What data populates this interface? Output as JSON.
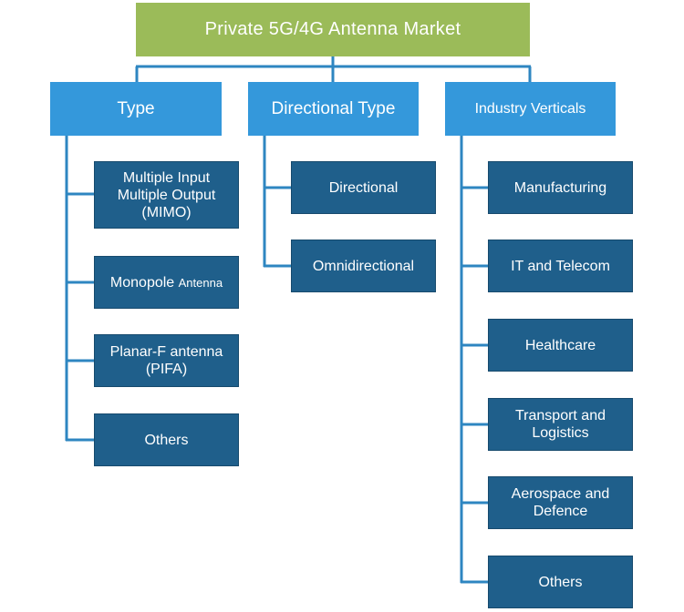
{
  "root": {
    "label": "Private 5G/4G Antenna Market",
    "color": "#9bbb59"
  },
  "categories": [
    {
      "label": "Type",
      "color": "#3498db",
      "items": [
        "Multiple Input Multiple Output (MIMO)",
        {
          "main": "Monopole ",
          "small": "Antenna"
        },
        "Planar-F antenna (PIFA)",
        "Others"
      ]
    },
    {
      "label": "Directional Type",
      "color": "#3498db",
      "items": [
        "Directional",
        "Omnidirectional"
      ]
    },
    {
      "label": "Industry Verticals",
      "color": "#3498db",
      "items": [
        "Manufacturing",
        "IT and Telecom",
        "Healthcare",
        "Transport and Logistics",
        "Aerospace and Defence",
        "Others"
      ]
    }
  ],
  "leaf_color": "#1f5f8b",
  "connector_color": "#2e86c1"
}
